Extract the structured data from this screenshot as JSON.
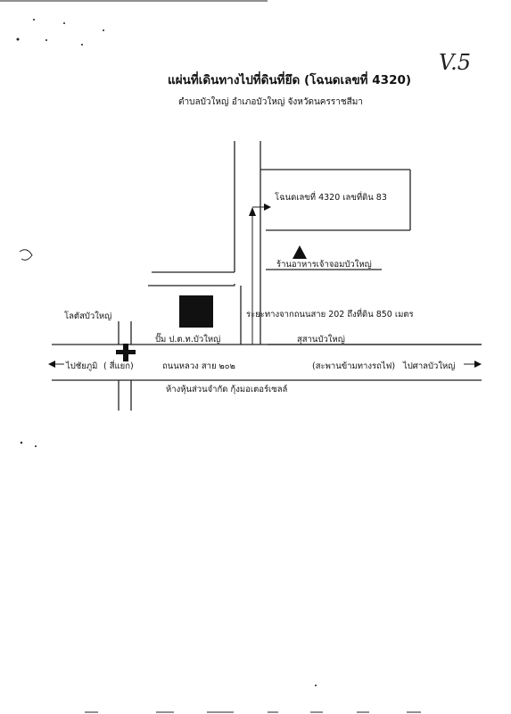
{
  "map": {
    "title": "แผ่นที่เดินทางไปที่ดินที่ยึด (โฉนดเลขที่ 4320)",
    "subtitle": "ตำบลบัวใหญ่ อำเภอบัวใหญ่ จังหวัดนครราชสีมา",
    "corner_note": "V.5",
    "labels": {
      "deed_plot": "โฉนดเลขที่ 4320 เลขที่ดิน 83",
      "restaurant": "ร้านอาหารเจ้าจอมบัวใหญ่",
      "distance": "ระยะทางจากถนนสาย 202 ถึงที่ดิน 850 เมตร",
      "lotus_buayai": "โลตัสบัวใหญ่",
      "ptt_station": "ปั๊ม ป.ต.ท.บัวใหญ่",
      "health_center": "สุสานบัวใหญ่",
      "to_chaiyaphum": "ไปชัยภูมิ",
      "intersection": "( สี่แยก)",
      "highway": "ถนนหลวง สาย ๒๐๒",
      "overpass": "(สะพานข้ามทางรถไฟ)",
      "to_buayai_shrine": "ไปศาลบัวใหญ่",
      "partnership": "ห้างหุ้นส่วนจำกัด กุ้งมอเตอร์เซลล์"
    }
  }
}
